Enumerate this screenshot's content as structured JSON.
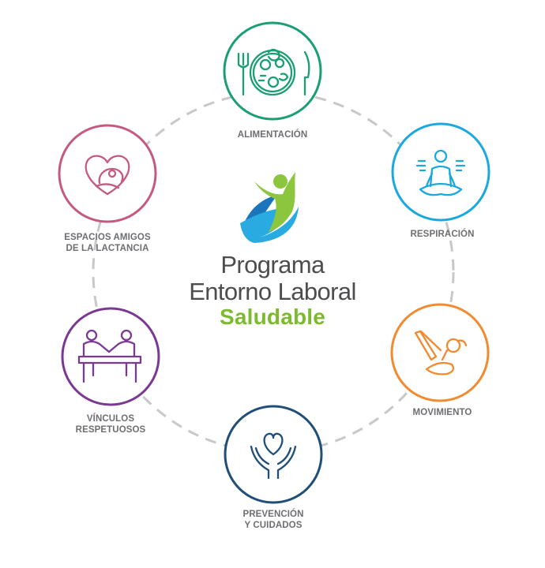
{
  "title": {
    "line1": "Programa",
    "line2": "Entorno Laboral",
    "line3": "Saludable"
  },
  "nodes": [
    {
      "id": "alimentacion",
      "lines": [
        "ALIMENTACIÓN"
      ],
      "color": "#1a9e73",
      "icon": "plate-fork-knife-icon"
    },
    {
      "id": "respiracion",
      "lines": [
        "RESPIRACIÓN"
      ],
      "color": "#1aa9de",
      "icon": "meditating-person-icon"
    },
    {
      "id": "movimiento",
      "lines": [
        "MOVIMIENTO"
      ],
      "color": "#f28a30",
      "icon": "yoga-pose-icon"
    },
    {
      "id": "prevencion",
      "lines": [
        "PREVENCIÓN",
        "Y CUIDADOS"
      ],
      "color": "#1f4e79",
      "icon": "hands-heart-icon"
    },
    {
      "id": "vinculos",
      "lines": [
        "VÍNCULOS",
        "RESPETUOSOS"
      ],
      "color": "#7a3a93",
      "icon": "handshake-desk-icon"
    },
    {
      "id": "lactancia",
      "lines": [
        "ESPACIOS AMIGOS",
        "DE LA LACTANCIA"
      ],
      "color": "#c45b7f",
      "icon": "breastfeeding-heart-icon"
    }
  ],
  "colors": {
    "ring": "#c7c8ca",
    "label": "#6d6e71",
    "title_dark": "#4d4d4f",
    "title_green": "#7dba2d",
    "logo_green": "#8cc63f",
    "logo_blue": "#1b75bc",
    "logo_light_blue": "#29abe2",
    "logo_teal": "#1a9e73"
  }
}
